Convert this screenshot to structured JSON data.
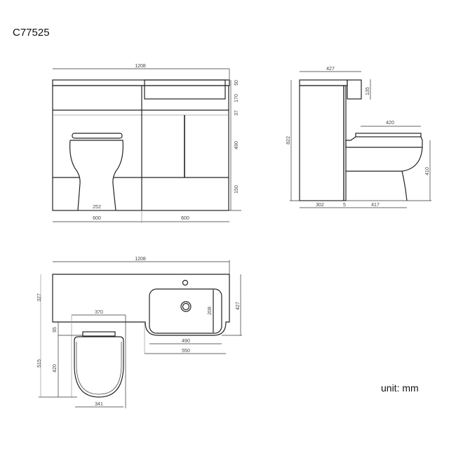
{
  "product_code": "C77525",
  "unit_label": "unit: mm",
  "front_view": {
    "total_width": "1208",
    "top_thickness": "50",
    "drawer_height": "170",
    "gap": "37",
    "door_height": "490",
    "plinth_height": "150",
    "pan_foot_width": "252",
    "left_width": "600",
    "right_width": "600"
  },
  "side_view": {
    "top_depth": "427",
    "basin_depth": "135",
    "total_height": "822",
    "seat_length": "420",
    "pan_height": "410",
    "cabinet_depth": "302",
    "panel_gap": "5",
    "pan_projection": "417"
  },
  "plan_view": {
    "total_width": "1208",
    "counter_depth": "327",
    "pan_width": "370",
    "hinge_offset": "95",
    "total_projection": "515",
    "seat_length": "420",
    "seat_width": "341",
    "basin_inner_depth": "208",
    "basin_inner_width": "490",
    "basin_outer_width": "550",
    "basin_depth": "427"
  }
}
